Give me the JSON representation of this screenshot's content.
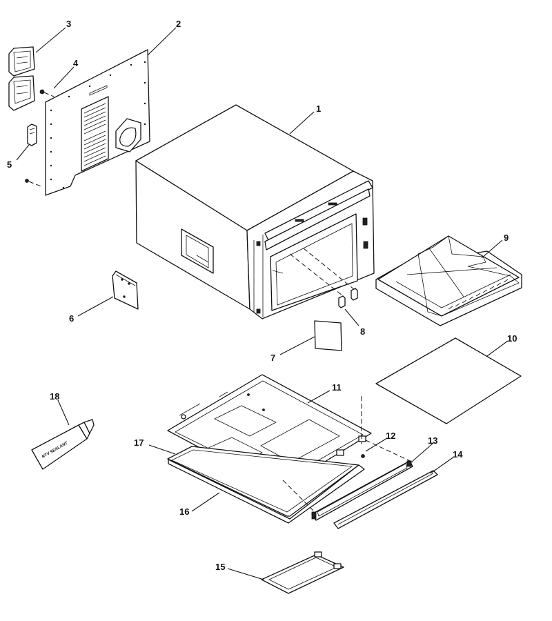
{
  "labels": {
    "n1": "1",
    "n2": "2",
    "n3": "3",
    "n4": "4",
    "n5": "5",
    "n6": "6",
    "n7": "7",
    "n8": "8",
    "n9": "9",
    "n10": "10",
    "n11": "11",
    "n12": "12",
    "n13": "13",
    "n14": "14",
    "n15": "15",
    "n16": "16",
    "n17": "17",
    "n18": "18"
  },
  "tube_text": "RTV SEALANT"
}
